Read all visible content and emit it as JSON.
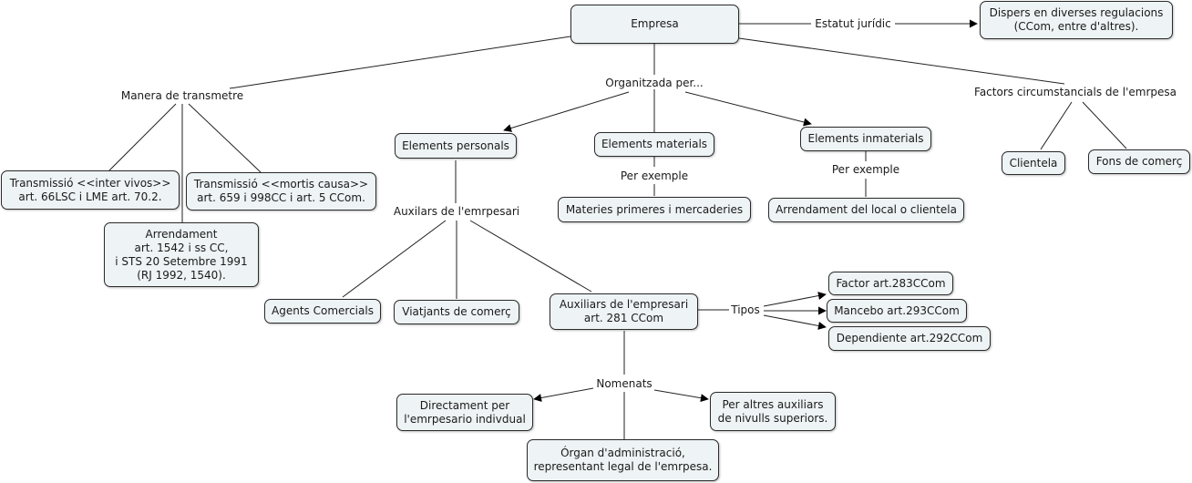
{
  "concept_map": {
    "nodes": {
      "empresa": "Empresa",
      "dispers": "Dispers en diverses regulacions\n(CCom, entre d'altres).",
      "inter_vivos": "Transmissió <<inter vivos>>\nart. 66LSC i LME art. 70.2.",
      "mortis_causa": "Transmissió <<mortis causa>>\nart. 659 i 998CC i art. 5 CCom.",
      "arrendament": "Arrendament\nart. 1542 i ss CC,\ni STS 20 Setembre 1991\n(RJ 1992, 1540).",
      "elements_personals": "Elements personals",
      "elements_materials": "Elements materials",
      "elements_inmaterials": "Elements inmaterials",
      "materies_primeres": "Materies primeres i mercaderies",
      "arrendament_local": "Arrendament del local o clientela",
      "clientela": "Clientela",
      "fons_comerc": "Fons de comerç",
      "agents_comercials": "Agents Comercials",
      "viatjants": "Viatjants de comerç",
      "auxiliars_empresari": "Auxiliars de l'empresari\nart. 281 CCom",
      "factor": "Factor art.283CCom",
      "mancebo": "Mancebo art.293CCom",
      "dependiente": "Dependiente art.292CCom",
      "directament": "Directament per\nl'emrpesario indivdual",
      "altres_auxiliars": "Per altres auxiliars\nde nivulls superiors.",
      "organ_administracio": "Órgan d'administració,\nrepresentant legal de l'emrpesa."
    },
    "links": {
      "estatut_juridic": "Estatut jurídic",
      "manera_transmetre": "Manera de transmetre",
      "organitzada_per": "Organitzada per...",
      "factors_circumstancials": "Factors circumstancials de l'emrpesa",
      "per_exemple_materials": "Per exemple",
      "per_exemple_inmaterials": "Per exemple",
      "auxilars_emrpesari": "Auxilars de l'emrpesari",
      "tipos": "Tipos",
      "nomenats": "Nomenats"
    }
  }
}
